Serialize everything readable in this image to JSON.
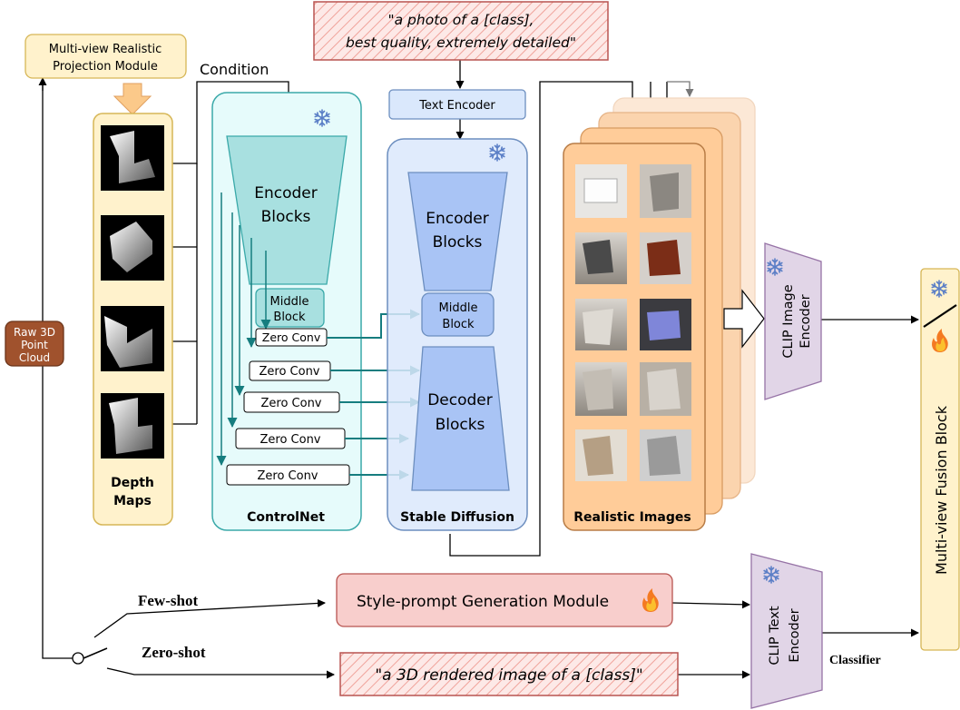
{
  "prompt_top": {
    "line1": "\"a photo of a [class],",
    "line2": "best quality, extremely detailed\""
  },
  "projection_module": {
    "line1": "Multi-view Realistic",
    "line2": "Projection Module"
  },
  "condition_label": "Condition",
  "text_encoder_label": "Text Encoder",
  "depth_maps": {
    "line1": "Depth",
    "line2": "Maps"
  },
  "raw_point_cloud": {
    "line1": "Raw 3D",
    "line2": "Point",
    "line3": "Cloud"
  },
  "controlnet": {
    "label": "ControlNet",
    "encoder_line1": "Encoder",
    "encoder_line2": "Blocks",
    "middle_line1": "Middle",
    "middle_line2": "Block",
    "zero_conv": [
      "Zero Conv",
      "Zero Conv",
      "Zero Conv",
      "Zero Conv",
      "Zero Conv"
    ]
  },
  "stable_diffusion": {
    "label": "Stable Diffusion",
    "encoder_line1": "Encoder",
    "encoder_line2": "Blocks",
    "middle_line1": "Middle",
    "middle_line2": "Block",
    "decoder_line1": "Decoder",
    "decoder_line2": "Blocks"
  },
  "realistic_images_label": "Realistic Images",
  "clip_image_encoder": {
    "line1": "CLIP Image",
    "line2": "Encoder"
  },
  "clip_text_encoder": {
    "line1": "CLIP Text",
    "line2": "Encoder"
  },
  "fusion_block_label": "Multi-view Fusion Block",
  "few_shot_label": "Few-shot",
  "zero_shot_label": "Zero-shot",
  "style_prompt_module": "Style-prompt Generation Module",
  "zero_shot_prompt": "\"a 3D rendered image of a [class]\"",
  "classifier_label": "Classifier",
  "icons": {
    "frozen": "snowflake-icon",
    "trainable": "flame-icon"
  },
  "colors": {
    "projection_fill": "#fff2cc",
    "projection_stroke": "#d6b656",
    "controlnet_fill": "#e6fbfb",
    "controlnet_stroke": "#3aa9a9",
    "sd_fill": "#dae8fc",
    "sd_stroke": "#6c8ebf",
    "teal_arrow": "#167d7f",
    "realistic_fill": "#ffcc99",
    "clip_fill": "#e1d5e7",
    "clip_stroke": "#9673a6",
    "pointcloud_fill": "#a0522d",
    "style_fill": "#f8cecc",
    "style_stroke": "#b85450"
  }
}
